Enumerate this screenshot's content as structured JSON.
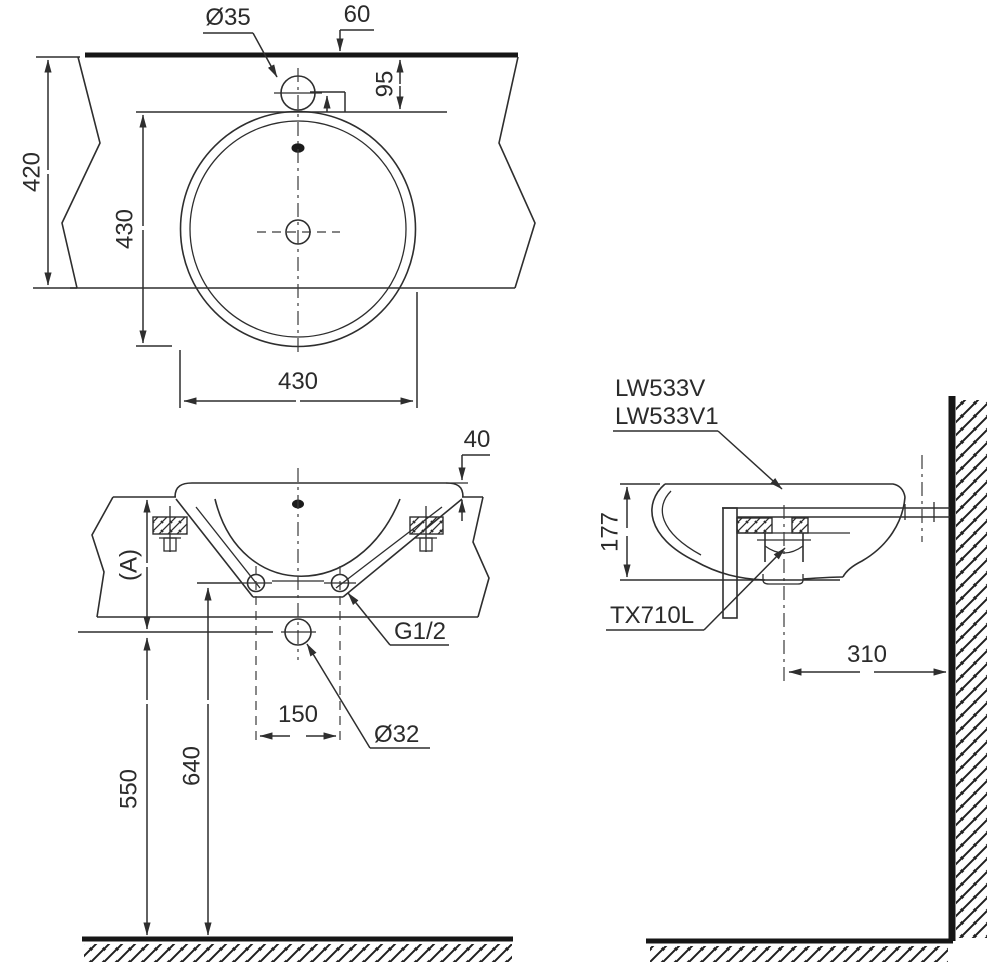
{
  "drawing": {
    "background": "#ffffff",
    "line_color": "#2e2e2e",
    "top_view": {
      "dim_faucet_hole": "Ø35",
      "dim_edge_offset": "60",
      "dim_hole_setback": "95",
      "dim_counter_depth": "420",
      "dim_bowl_vertical": "430",
      "dim_bowl_width": "430"
    },
    "front_view": {
      "dim_rim_above_counter": "40",
      "dim_counter_ref": "(A)",
      "label_supply_thread": "G1/2",
      "dim_supply_spacing": "150",
      "label_drain_diameter": "Ø32",
      "dim_supply_height": "640",
      "dim_drain_height": "550"
    },
    "side_view": {
      "label_model_1": "LW533V",
      "label_model_2": "LW533V1",
      "label_trap_model": "TX710L",
      "dim_basin_height": "177",
      "dim_drain_to_wall": "310"
    }
  }
}
